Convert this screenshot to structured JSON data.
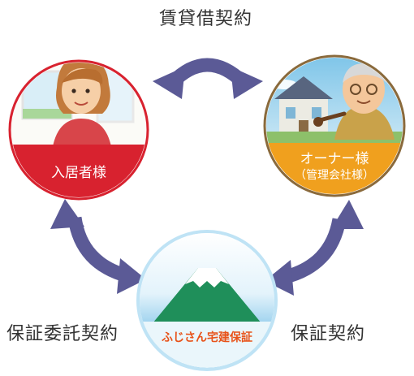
{
  "relations": {
    "top": "賃貸借契約",
    "left": "保証委託契約",
    "right": "保証契約"
  },
  "nodes": {
    "tenant": {
      "label": "入居者様"
    },
    "owner": {
      "label": "オーナー様",
      "sublabel": "（管理会社様）"
    },
    "guarantor": {
      "label": "ふじさん宅建保証"
    }
  },
  "colors": {
    "arrow": "#5b5a96",
    "tenant_ring": "#d8222f",
    "owner_ring": "#f0a01e",
    "brand_text": "#e8531a",
    "guarantor_ring": "#bfe3f5"
  }
}
